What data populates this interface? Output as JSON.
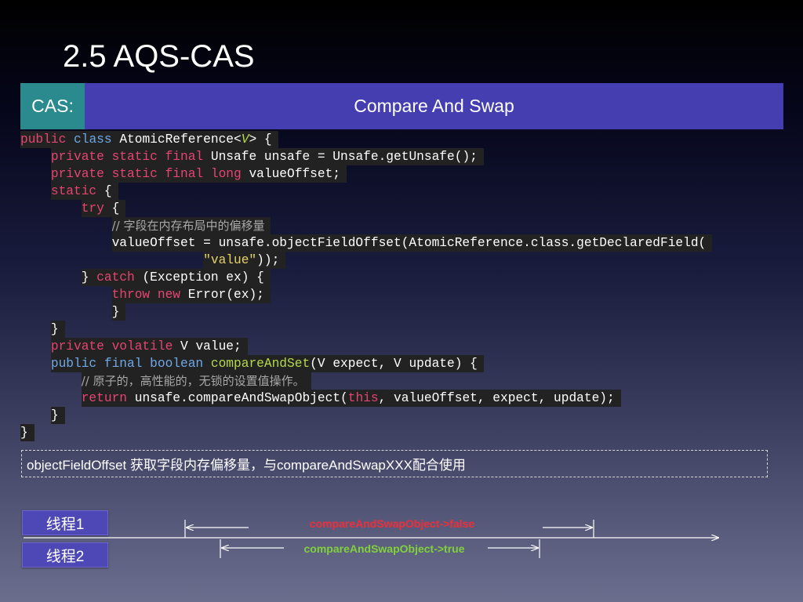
{
  "slide": {
    "title": "2.5 AQS-CAS"
  },
  "banner": {
    "label": "CAS:",
    "text": "Compare And Swap"
  },
  "code": {
    "l1": {
      "kw1": "public",
      "kw2": "class",
      "name": "AtomicReference",
      "lt": "<",
      "tv": "V",
      "rest": "> {"
    },
    "l2": {
      "kw": "private static final",
      "rest": "Unsafe unsafe = Unsafe.getUnsafe();"
    },
    "l3": {
      "kw": "private static final long",
      "rest": "valueOffset;"
    },
    "l4": {
      "kw": "static",
      "rest": "{"
    },
    "l5": {
      "kw": "try",
      "rest": "{"
    },
    "l6": {
      "comment": "// 字段在内存布局中的偏移量"
    },
    "l7": {
      "text": "valueOffset = unsafe.objectFieldOffset(AtomicReference.class.getDeclaredField("
    },
    "l8": {
      "str": "\"value\"",
      "rest": "));"
    },
    "l9": {
      "pre": "}",
      "kw": "catch",
      "rest": "(Exception ex) {"
    },
    "l10": {
      "kw1": "throw",
      "kw2": "new",
      "rest": "Error(ex);"
    },
    "l11": {
      "text": "}"
    },
    "l12": {
      "text": "}"
    },
    "l13": {
      "kw": "private volatile",
      "rest": "V value;"
    },
    "l14": {
      "kw": "public final boolean",
      "method": "compareAndSet",
      "rest": "(V expect, V update) {"
    },
    "l15": {
      "comment": "// 原子的，高性能的，无锁的设置值操作。"
    },
    "l16": {
      "kw": "return",
      "mid": "unsafe.compareAndSwapObject(",
      "kw2": "this",
      "rest": ", valueOffset, expect, update);"
    },
    "l17": {
      "text": "}"
    },
    "l18": {
      "text": "}"
    }
  },
  "note": {
    "text": "objectFieldOffset 获取字段内存偏移量，与compareAndSwapXXX配合使用"
  },
  "threads": {
    "t1": "线程1",
    "t2": "线程2"
  },
  "timeline": {
    "false_label": "compareAndSwapObject->false",
    "true_label": "compareAndSwapObject->true",
    "colors": {
      "false": "#ee2e3a",
      "true": "#7fd23b"
    }
  }
}
